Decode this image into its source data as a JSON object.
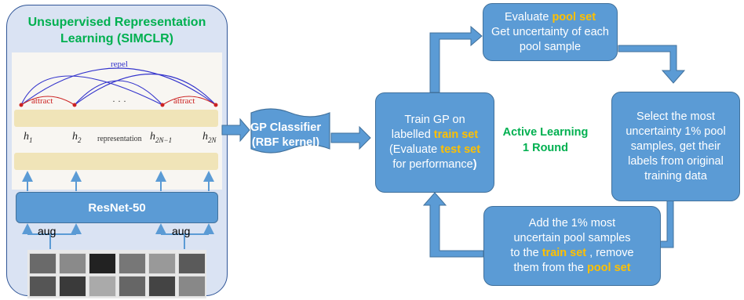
{
  "left_panel": {
    "title_line1": "Unsupervised Representation",
    "title_line2": "Learning (SIMCLR)",
    "repel_label": "repel",
    "attract_label_left": "attract",
    "attract_label_right": "attract",
    "dots_label": "· · ·",
    "h1_base": "h",
    "h1_sub": "1",
    "h2_base": "h",
    "h2_sub": "2",
    "representation_label": "representation",
    "h2n1_base": "h",
    "h2n1_sub": "2N−1",
    "h2n_base": "h",
    "h2n_sub": "2N",
    "resnet_label": "ResNet-50",
    "aug_left": "aug",
    "aug_right": "aug"
  },
  "gp_classifier": {
    "line1": "GP Classifier",
    "line2": "(RBF kernel)"
  },
  "center": {
    "line1": "Active Learning",
    "line2": "1 Round"
  },
  "boxes": {
    "evaluate": {
      "l1_a": "Evaluate ",
      "l1_hl": "pool set",
      "l2": "Get uncertainty of each",
      "l3": "pool sample"
    },
    "select": {
      "l1": "Select the most",
      "l2": "uncertainty 1% pool",
      "l3": "samples, get their",
      "l4": "labels from original",
      "l5": "training data"
    },
    "add": {
      "l1": "Add the 1% most",
      "l2": "uncertain pool samples",
      "l3_a": "to the ",
      "l3_hl": "train set",
      "l3_b": " , remove",
      "l4_a": "them from the ",
      "l4_hl": "pool set"
    },
    "train": {
      "l1": "Train GP on",
      "l2_a": "labelled ",
      "l2_hl": "train set",
      "l3_a": "(Evaluate ",
      "l3_hl": "test set",
      "l4_a": "for performance",
      "l4_b": ")"
    }
  },
  "colors": {
    "box_fill": "#5b9bd5",
    "highlight": "#ffc000",
    "green_text": "#00b050",
    "panel_fill": "#dae3f3",
    "repel_arc": "#3333cc",
    "attract_arc": "#cc2222"
  }
}
